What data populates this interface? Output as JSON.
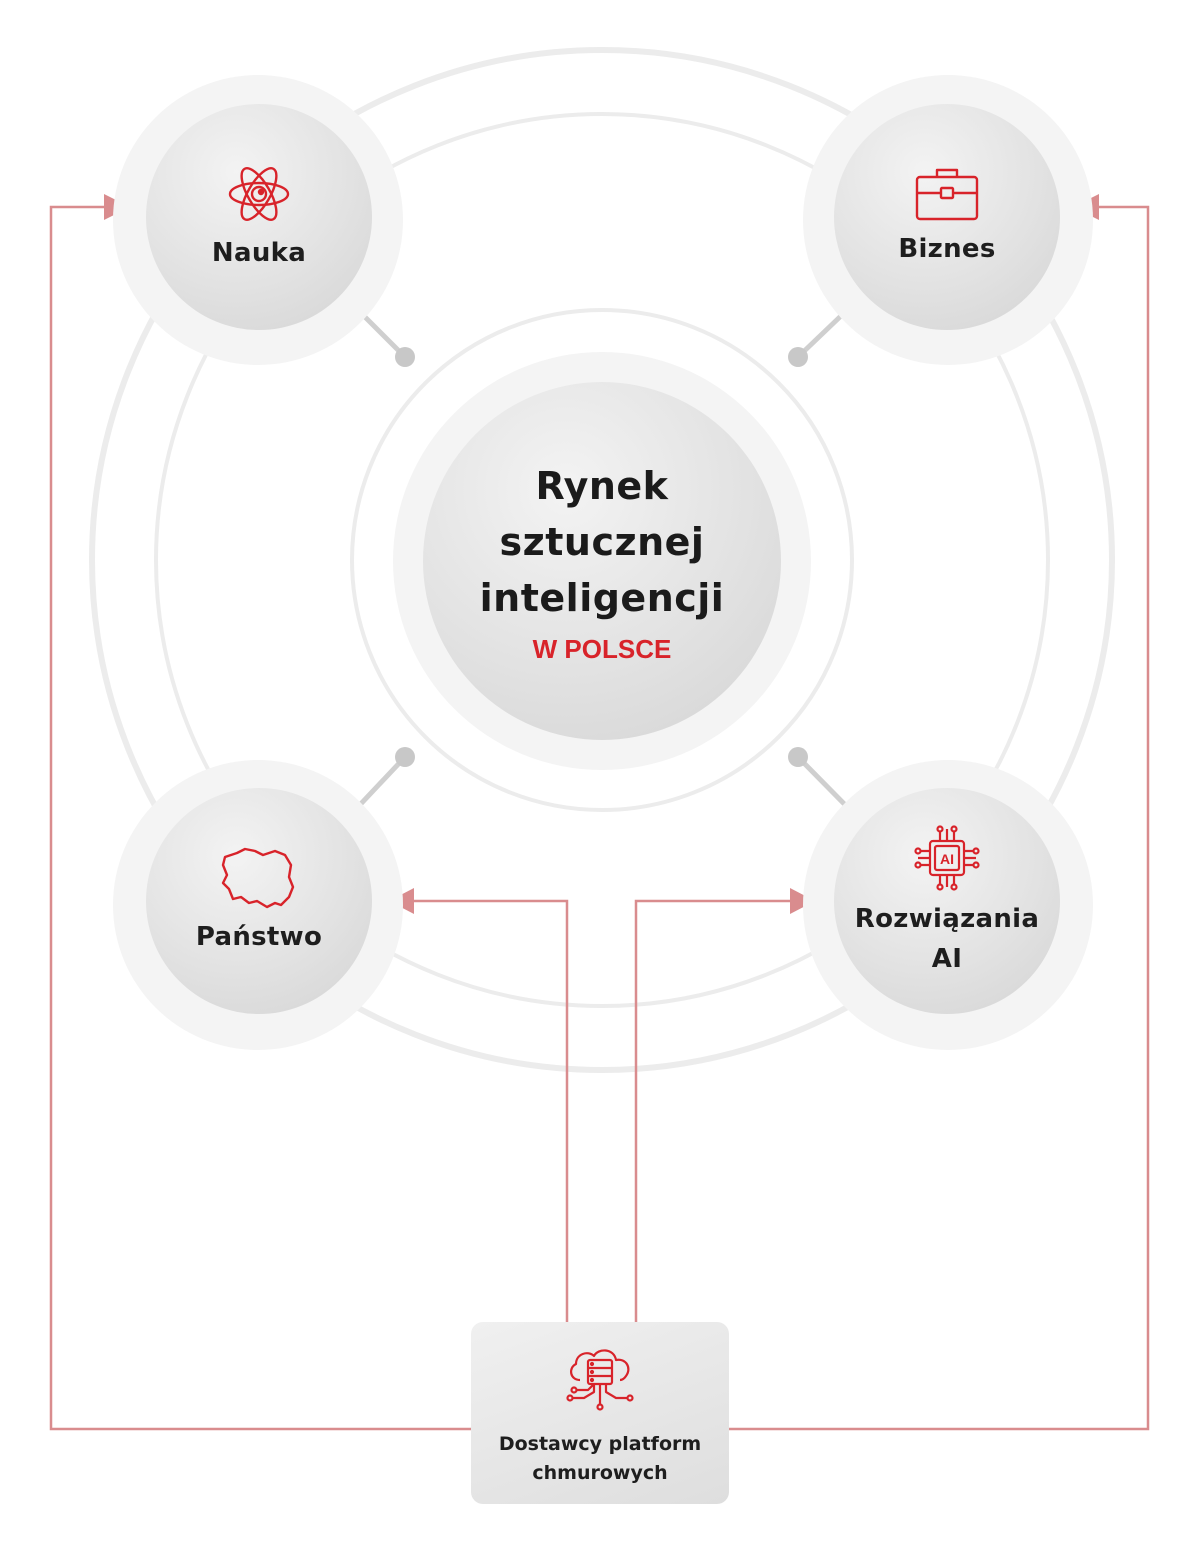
{
  "colors": {
    "accent_red": "#d8232a",
    "arrow_pink": "#d98c8e",
    "node_gray": "#dcdcdc",
    "halo_gray": "#f4f4f4",
    "connector_gray": "#cfcfcf"
  },
  "center": {
    "title_lines": [
      "Rynek",
      "sztucznej",
      "inteligencji"
    ],
    "subtitle": "W POLSCE"
  },
  "nodes": {
    "nauka": {
      "label": "Nauka",
      "icon": "atom-icon"
    },
    "biznes": {
      "label": "Biznes",
      "icon": "briefcase-icon"
    },
    "panstwo": {
      "label": "Państwo",
      "icon": "poland-map-icon"
    },
    "rozwiazania": {
      "label_lines": [
        "Rozwiązania",
        "AI"
      ],
      "icon": "ai-chip-icon",
      "chip_text": "AI"
    }
  },
  "bottom": {
    "label_lines": [
      "Dostawcy platform",
      "chmurowych"
    ],
    "icon": "cloud-server-icon"
  }
}
